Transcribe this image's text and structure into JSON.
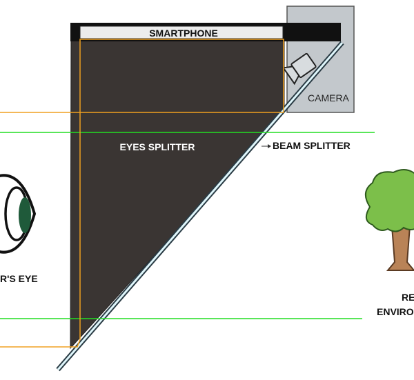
{
  "labels": {
    "smartphone": "SMARTPHONE",
    "camera": "CAMERA",
    "eyes_splitter": "EYES SPLITTER",
    "beam_splitter": "BEAM SPLITTER",
    "users_eye": "R'S EYE",
    "real_environment_line1": "RE",
    "real_environment_line2": "ENVIRO"
  },
  "colors": {
    "splitter_fill": "#3a3533",
    "camera_box": "#c3c8cc",
    "green_ray": "#22dd22",
    "orange_ray": "#f0a020",
    "glass": "#2a3b44",
    "tree_leaves": "#7cbf4a",
    "tree_trunk": "#b98357",
    "eye_outline": "#111111",
    "eye_iris": "#1f5a3a"
  },
  "icons": {
    "camera": "video-camera-icon",
    "tree": "tree-icon",
    "eye": "eye-icon"
  }
}
